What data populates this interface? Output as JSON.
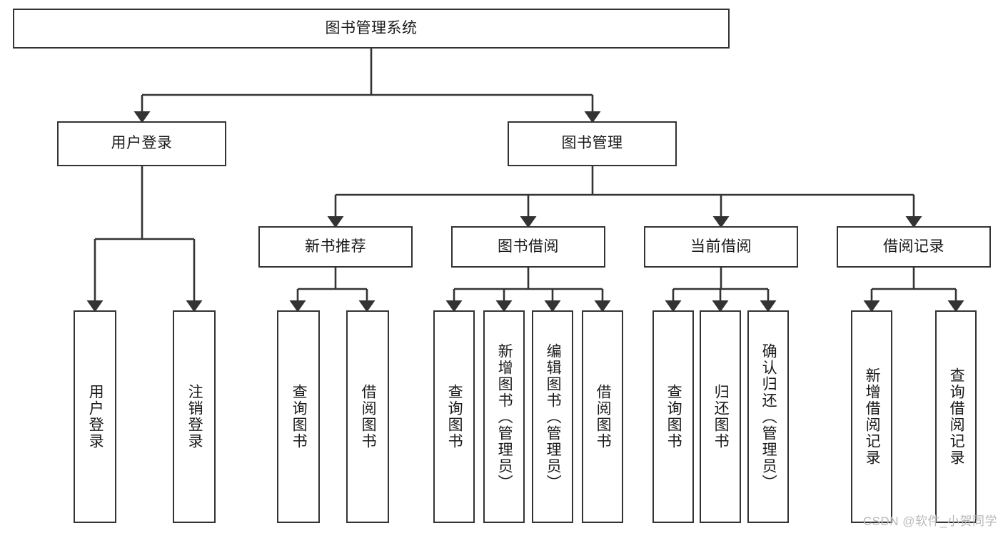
{
  "diagram": {
    "title": "图书管理系统",
    "type": "tree-hierarchy-chart",
    "watermark": "CSDN @软件_小贺同学",
    "colors": {
      "node_border": "#333333",
      "node_fill": "#ffffff",
      "edge": "#333333",
      "text": "#1a1a1a",
      "watermark": "#b9b9b9",
      "background": "#ffffff"
    },
    "nodes": {
      "root": {
        "label": "图书管理系统"
      },
      "level2": [
        {
          "id": "user-login",
          "label": "用户登录"
        },
        {
          "id": "book-management",
          "label": "图书管理"
        }
      ],
      "level3": [
        {
          "id": "new-book-recommend",
          "label": "新书推荐"
        },
        {
          "id": "book-borrow",
          "label": "图书借阅"
        },
        {
          "id": "current-borrow",
          "label": "当前借阅"
        },
        {
          "id": "borrow-record",
          "label": "借阅记录"
        }
      ],
      "leaves": {
        "user-login": [
          {
            "id": "leaf-user-login",
            "label": "用户登录"
          },
          {
            "id": "leaf-logout-login",
            "label": "注销登录"
          }
        ],
        "new-book-recommend": [
          {
            "id": "leaf-query-book-1",
            "label": "查询图书"
          },
          {
            "id": "leaf-borrow-book-1",
            "label": "借阅图书"
          }
        ],
        "book-borrow": [
          {
            "id": "leaf-query-book-2",
            "label": "查询图书"
          },
          {
            "id": "leaf-add-book",
            "label": "新增图书（管理员）"
          },
          {
            "id": "leaf-edit-book",
            "label": "编辑图书（管理员）"
          },
          {
            "id": "leaf-borrow-book-2",
            "label": "借阅图书"
          }
        ],
        "current-borrow": [
          {
            "id": "leaf-query-book-3",
            "label": "查询图书"
          },
          {
            "id": "leaf-return-book",
            "label": "归还图书"
          },
          {
            "id": "leaf-confirm-return",
            "label": "确认归还（管理员）"
          }
        ],
        "borrow-record": [
          {
            "id": "leaf-add-record",
            "label": "新增借阅记录"
          },
          {
            "id": "leaf-query-record",
            "label": "查询借阅记录"
          }
        ]
      }
    }
  }
}
